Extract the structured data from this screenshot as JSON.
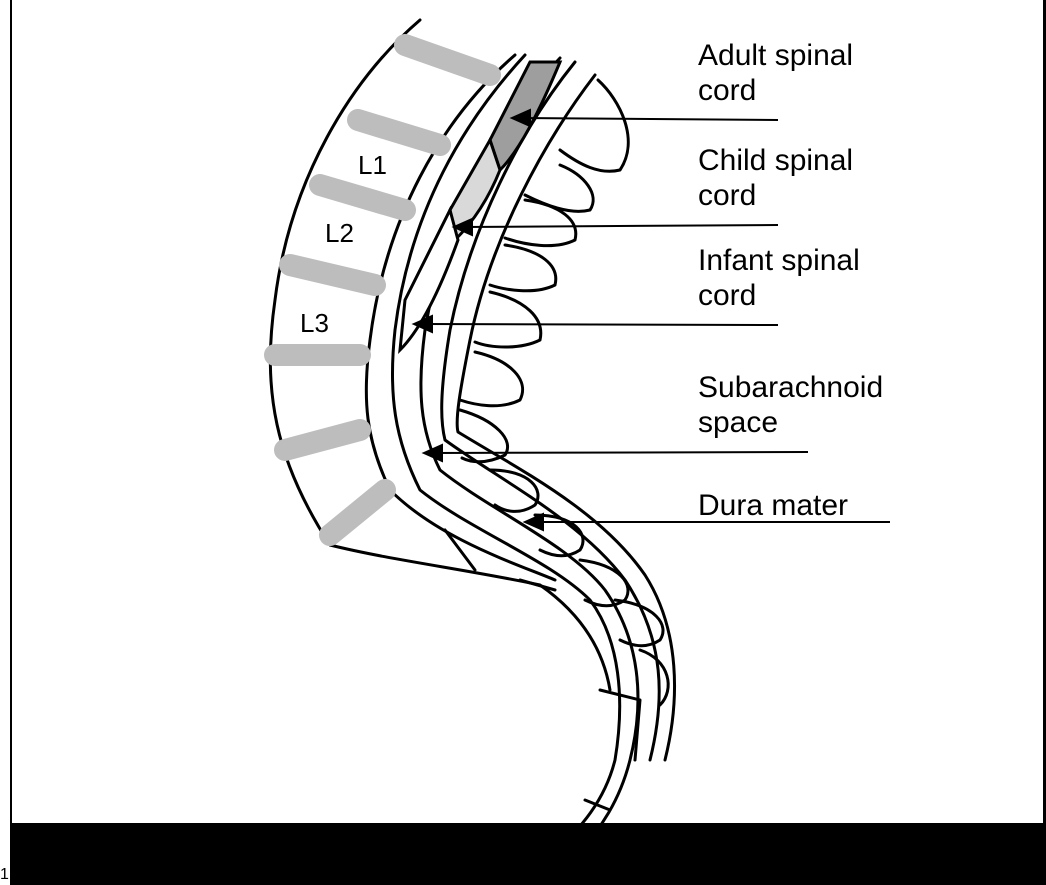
{
  "labels": {
    "adult_line1": "Adult spinal",
    "adult_line2": "cord",
    "child_line1": "Child spinal",
    "child_line2": "cord",
    "infant_line1": "Infant spinal",
    "infant_line2": "cord",
    "subarachnoid_line1": "Subarachnoid",
    "subarachnoid_line2": "space",
    "dura": "Dura mater"
  },
  "vertebrae": [
    "L1",
    "L2",
    "L3"
  ],
  "corner_mark": "1",
  "colors": {
    "ink": "#000000",
    "disc_gray": "#bdbdbd",
    "adult_cord": "#9e9e9e",
    "child_cord": "#d9d9d9",
    "background": "#ffffff"
  }
}
